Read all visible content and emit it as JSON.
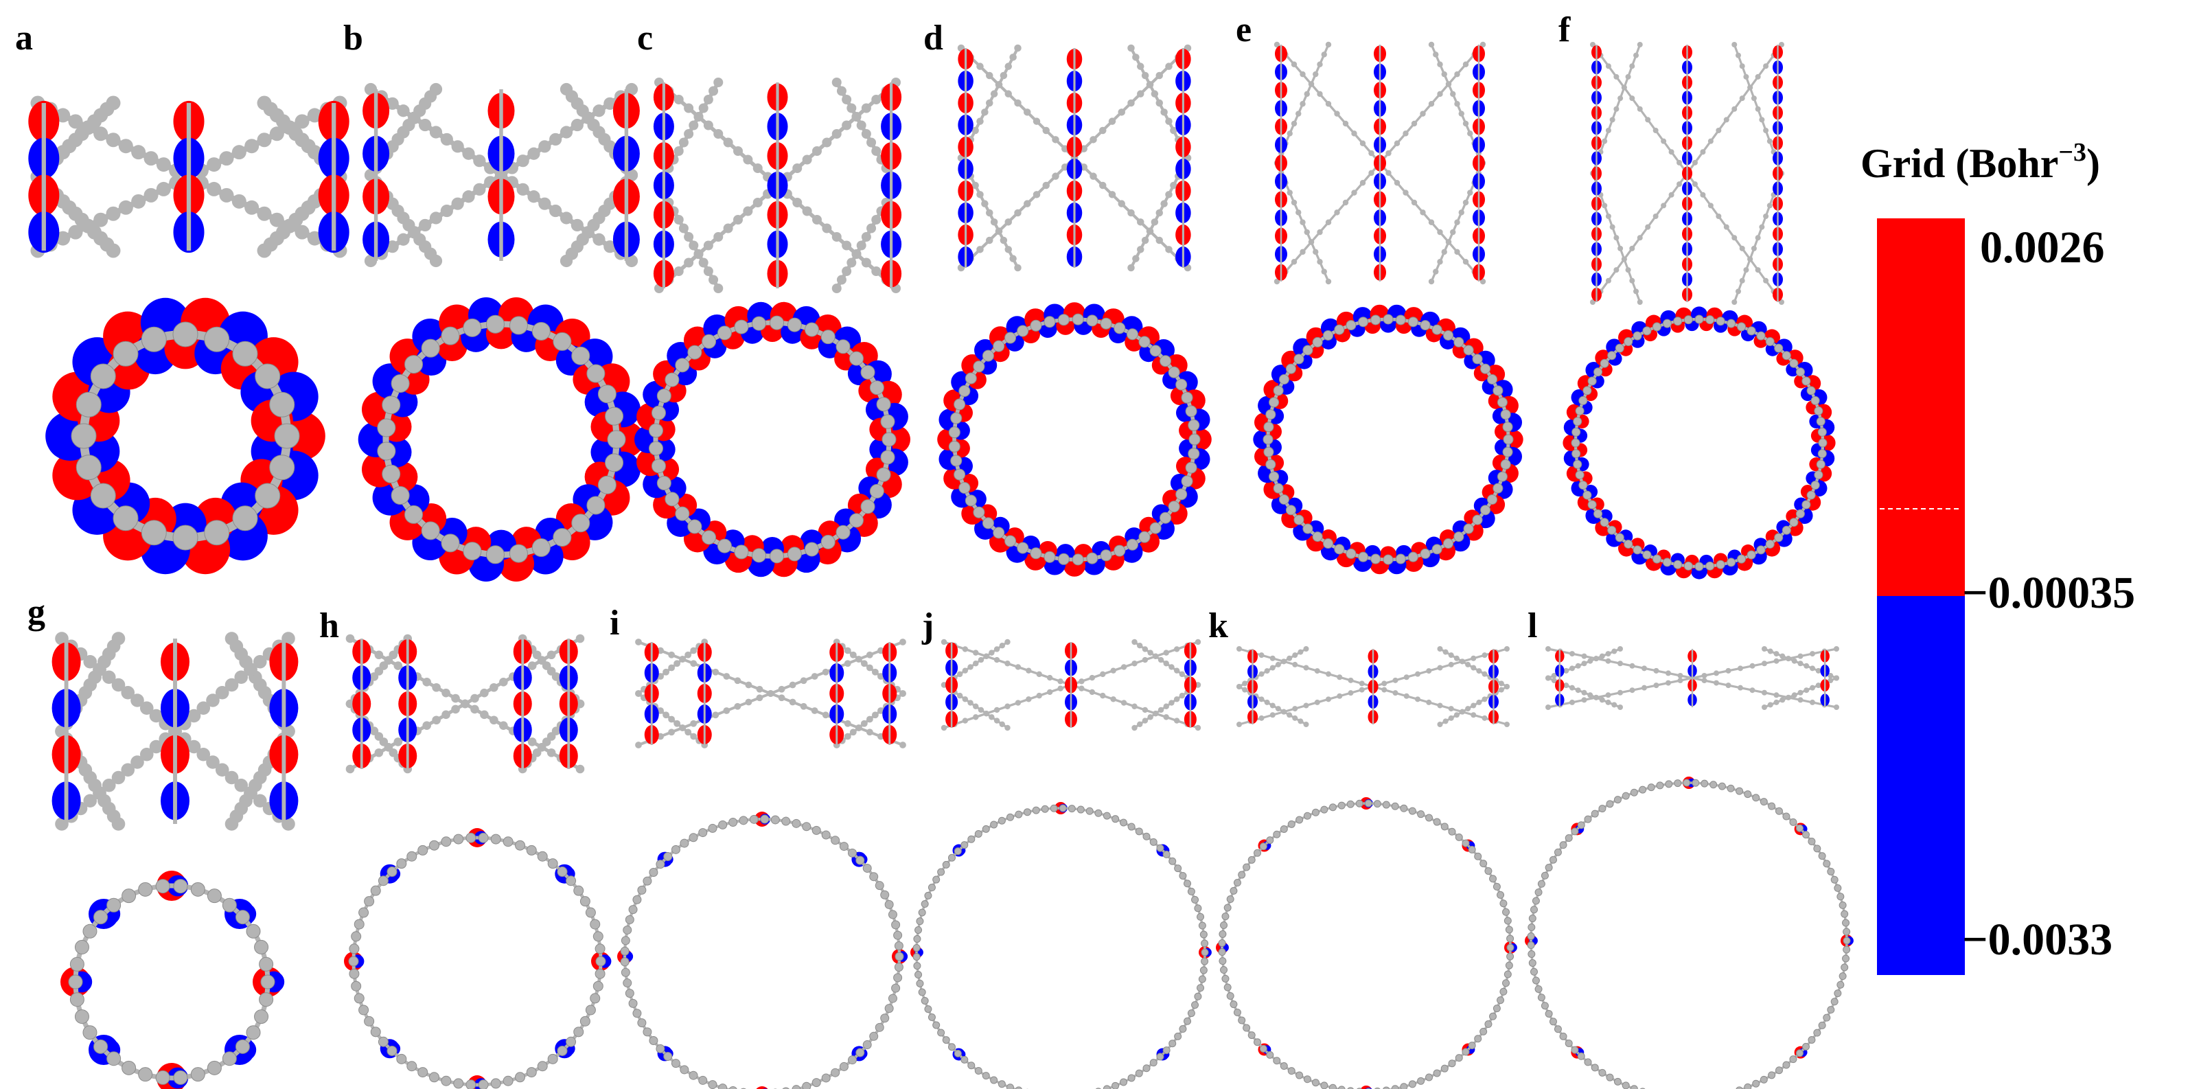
{
  "figure": {
    "panels_top": [
      {
        "label": "a"
      },
      {
        "label": "b"
      },
      {
        "label": "c"
      },
      {
        "label": "d"
      },
      {
        "label": "e"
      },
      {
        "label": "f"
      }
    ],
    "panels_bottom": [
      {
        "label": "g"
      },
      {
        "label": "h"
      },
      {
        "label": "i"
      },
      {
        "label": "j"
      },
      {
        "label": "k"
      },
      {
        "label": "l"
      }
    ]
  },
  "colorbar": {
    "title": "Grid (Bohr",
    "title_sup": "−3",
    "title_close": ")",
    "max_label": "0.0026",
    "mid_label": "−0.00035",
    "min_label": "−0.0033",
    "values": {
      "max": 0.0026,
      "mid": -0.00035,
      "min": -0.0033
    },
    "colors": {
      "positive": "#ff0000",
      "negative": "#0000ff"
    }
  },
  "colors": {
    "atom": "#b4b4b4",
    "positive_lobe": "#ff0000",
    "negative_lobe": "#0000ff"
  }
}
